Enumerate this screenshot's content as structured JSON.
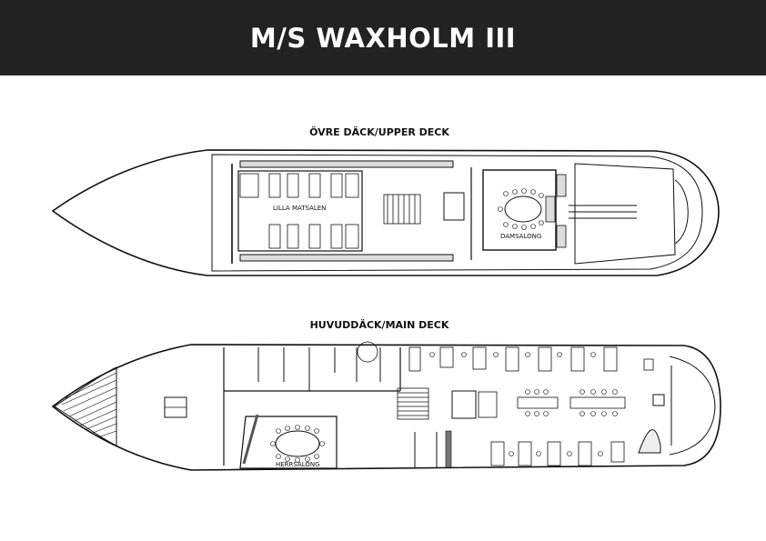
{
  "title": "M/S WAXHOLM III",
  "colors": {
    "header_bg": "#222222",
    "header_text": "#ffffff",
    "line": "#111111",
    "furniture_fill": "#dddddd"
  },
  "decks": {
    "upper": {
      "label": "ÖVRE DÄCK/UPPER DECK",
      "rooms": {
        "lilla_matsalen": "LILLA MATSALEN",
        "damsalong": "DAMSALONG"
      }
    },
    "main": {
      "label": "HUVUDDÄCK/MAIN DECK",
      "rooms": {
        "herrsalong": "HERRSALONG"
      }
    }
  }
}
